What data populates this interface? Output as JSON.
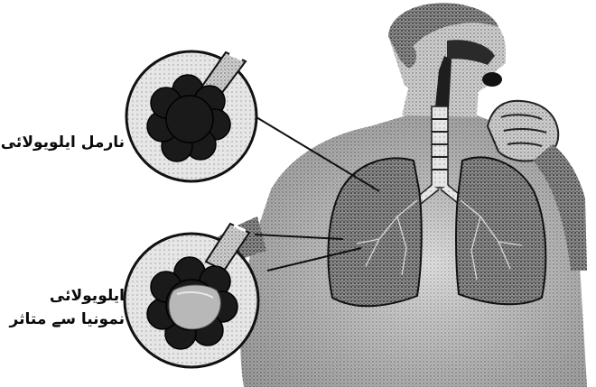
{
  "labels": {
    "normal_alveoli": "نارمل ایلویولائی",
    "affected_line1": "ایلویولائی",
    "affected_line2": "نمونیا سے متاثر"
  },
  "illustration": {
    "style": "grayscale stippled medical illustration",
    "subject": "coughing man with lungs and trachea visible",
    "callouts": [
      "normal-alveolus-magnified",
      "pneumonia-alveolus-magnified"
    ]
  },
  "colors": {
    "background": "#ffffff",
    "ink": "#0a0a0a",
    "skin_light": "#d9d9d9",
    "skin_dark": "#6e6e6e",
    "fluid": "#b8b8b8"
  }
}
